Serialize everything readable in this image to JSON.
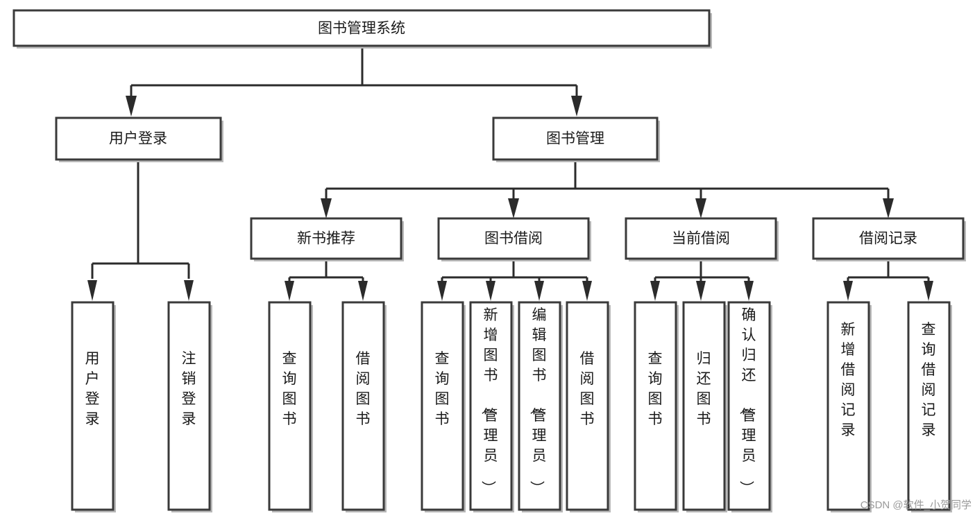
{
  "diagram": {
    "title": "图书管理系统",
    "type": "hierarchy-tree",
    "root": {
      "id": "root",
      "label": "图书管理系统",
      "level": 0
    },
    "level1": [
      {
        "id": "user-login",
        "label": "用户登录"
      },
      {
        "id": "book-manage",
        "label": "图书管理"
      }
    ],
    "level2": [
      {
        "id": "new-book-recommend",
        "label": "新书推荐",
        "parent": "book-manage"
      },
      {
        "id": "book-borrow",
        "label": "图书借阅",
        "parent": "book-manage"
      },
      {
        "id": "current-borrow",
        "label": "当前借阅",
        "parent": "book-manage"
      },
      {
        "id": "borrow-record",
        "label": "借阅记录",
        "parent": "book-manage"
      }
    ],
    "leaves": {
      "user-login": [
        {
          "id": "leaf-user-login",
          "label": "用户登录"
        },
        {
          "id": "leaf-logout-login",
          "label": "注销登录"
        }
      ],
      "new-book-recommend": [
        {
          "id": "leaf-query-book-1",
          "label": "查询图书"
        },
        {
          "id": "leaf-borrow-book-1",
          "label": "借阅图书"
        }
      ],
      "book-borrow": [
        {
          "id": "leaf-query-book-2",
          "label": "查询图书"
        },
        {
          "id": "leaf-add-book",
          "label": "新增图书（管理员）"
        },
        {
          "id": "leaf-edit-book",
          "label": "编辑图书（管理员）"
        },
        {
          "id": "leaf-borrow-book-2",
          "label": "借阅图书"
        }
      ],
      "current-borrow": [
        {
          "id": "leaf-query-book-3",
          "label": "查询图书"
        },
        {
          "id": "leaf-return-book",
          "label": "归还图书"
        },
        {
          "id": "leaf-confirm-return",
          "label": "确认归还（管理员）"
        }
      ],
      "borrow-record": [
        {
          "id": "leaf-add-record",
          "label": "新增借阅记录"
        },
        {
          "id": "leaf-query-record",
          "label": "查询借阅记录"
        }
      ]
    }
  },
  "watermark": {
    "text": "CSDN @软件_小贺同学"
  },
  "colors": {
    "box_stroke": "#3a3a3a",
    "edge": "#2b2b2b",
    "text": "#1a1a1a",
    "background": "#ffffff",
    "watermark": "#9a9a9a"
  }
}
